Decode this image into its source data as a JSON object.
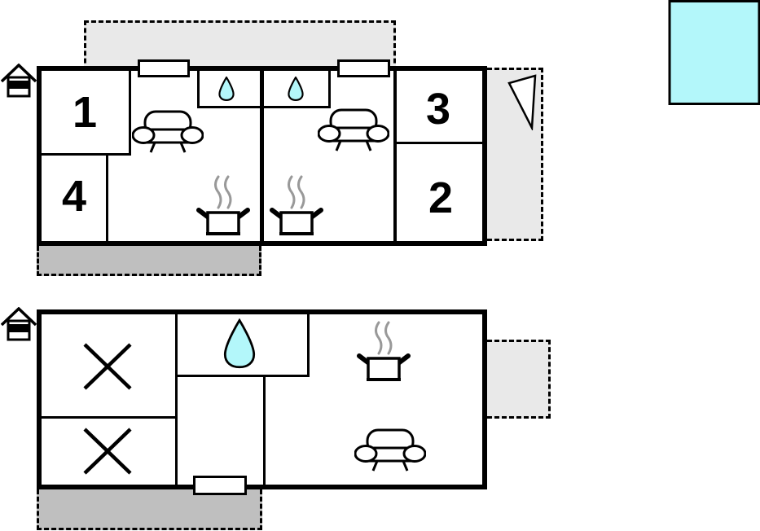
{
  "diagram": {
    "type": "vacation-house-floor-plan",
    "colors": {
      "wall": "#000000",
      "terrace_light": "#E9E9E9",
      "patio_dark": "#BFBFBF",
      "water": "#B3F7FA",
      "legend_swatch": "#B3F7FA",
      "steam": "#999999"
    },
    "upper_floor": {
      "rooms": [
        {
          "label": "1"
        },
        {
          "label": "4"
        },
        {
          "label": "3"
        },
        {
          "label": "2"
        }
      ],
      "icons": [
        "entrance-house",
        "shower-drop",
        "shower-drop",
        "sofa",
        "sofa",
        "stove-pot",
        "stove-pot",
        "window",
        "window",
        "stair-triangle"
      ],
      "areas": [
        "terrace-top",
        "terrace-right",
        "patio-bottom"
      ]
    },
    "lower_floor": {
      "rooms": [],
      "icons": [
        "entrance-house",
        "bed-x",
        "bed-x",
        "shower-drop",
        "stove-pot",
        "sofa",
        "door"
      ],
      "areas": [
        "terrace-right",
        "patio-bottom"
      ]
    }
  }
}
